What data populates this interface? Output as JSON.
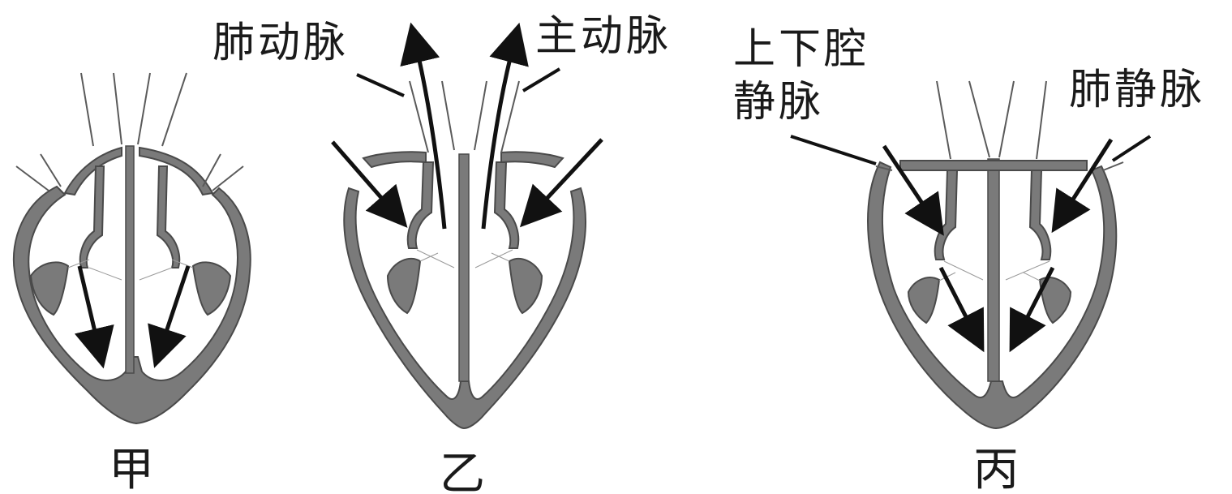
{
  "labels": {
    "pulmonary_artery": "肺动脉",
    "aorta": "主动脉",
    "vena_cava_line1": "上下腔",
    "vena_cava_line2": "静脉",
    "pulmonary_vein": "肺静脉"
  },
  "captions": {
    "a": "甲",
    "b": "乙",
    "c": "丙"
  }
}
